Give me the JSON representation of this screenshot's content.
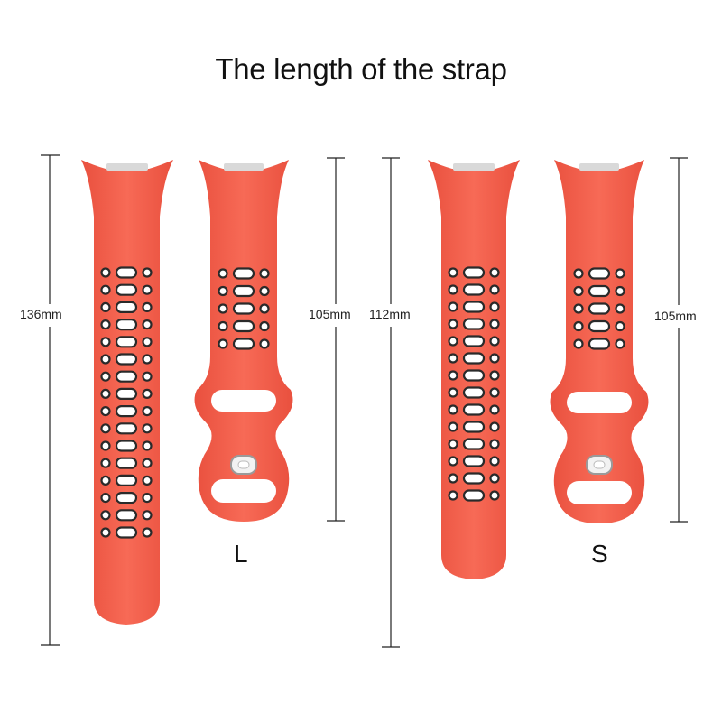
{
  "title": "The length of the strap",
  "sizes": {
    "large": {
      "label": "L",
      "long_piece_length": "136mm",
      "short_piece_length": "105mm"
    },
    "small": {
      "label": "S",
      "long_piece_length": "112mm",
      "short_piece_length": "105mm"
    }
  },
  "colors": {
    "strap": "#f4604d",
    "hole_border": "#2a2a2a",
    "connector": "#d9d9d9"
  }
}
